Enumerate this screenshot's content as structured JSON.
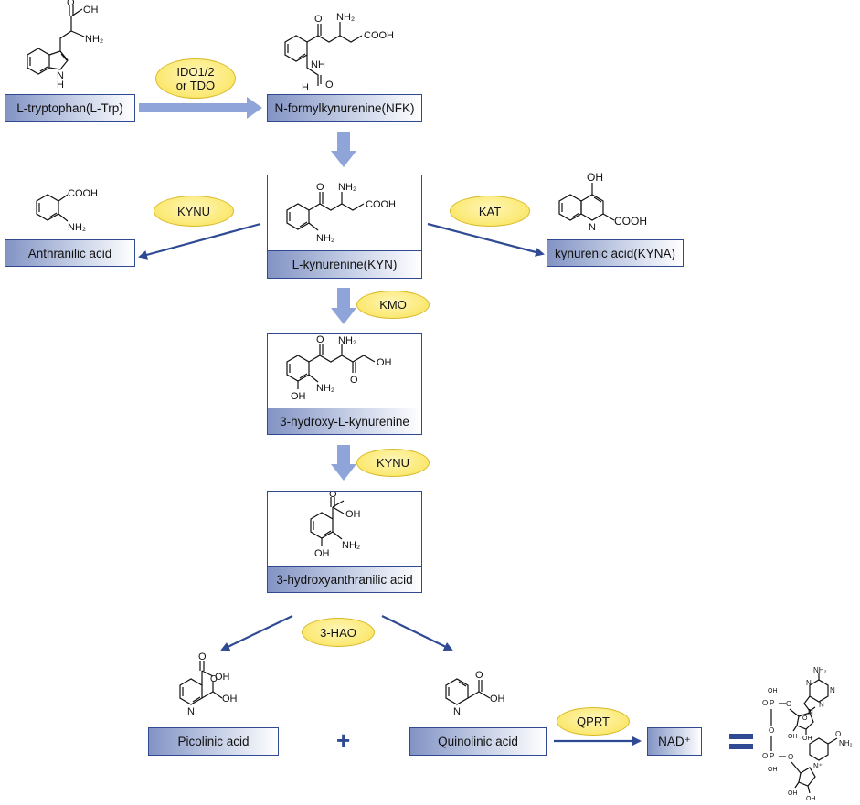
{
  "colors": {
    "box_border": "#2f4a93",
    "box_gradient_dark": "#8293c4",
    "enzyme_fill": "#fbe870",
    "thick_arrow": "#8fa5d9",
    "thin_arrow": "#2f4a93"
  },
  "compounds": {
    "trp": {
      "label": "L-tryptophan(L-Trp)"
    },
    "nfk": {
      "label": "N-formylkynurenine(NFK)"
    },
    "kyn": {
      "label": "L-kynurenine(KYN)"
    },
    "anthranilic": {
      "label": "Anthranilic acid"
    },
    "kyna": {
      "label": "kynurenic acid(KYNA)"
    },
    "hk": {
      "label": "3-hydroxy-L-kynurenine"
    },
    "haa": {
      "label": "3-hydroxyanthranilic acid"
    },
    "picolinic": {
      "label": "Picolinic acid"
    },
    "quinolinic": {
      "label": "Quinolinic acid"
    },
    "nad": {
      "label": "NAD⁺"
    }
  },
  "enzymes": {
    "ido": {
      "line1": "IDO1/2",
      "line2": "or TDO"
    },
    "kynu1": {
      "label": "KYNU"
    },
    "kat": {
      "label": "KAT"
    },
    "kmo": {
      "label": "KMO"
    },
    "kynu2": {
      "label": "KYNU"
    },
    "hao": {
      "label": "3-HAO"
    },
    "qprt": {
      "label": "QPRT"
    }
  },
  "plus_sign": "+",
  "structure_labels": {
    "trp": {
      "cooh": "OH",
      "o": "O",
      "nh2": "NH₂",
      "nh": "N",
      "h": "H"
    },
    "nfk": {
      "o": "O",
      "nh2": "NH₂",
      "cooh": "COOH",
      "nh": "NH",
      "o2": "O",
      "h": "H"
    },
    "kyn": {
      "o": "O",
      "nh2": "NH₂",
      "cooh": "COOH",
      "anh2": "NH₂"
    },
    "anthranilic": {
      "cooh": "COOH",
      "nh2": "NH₂"
    },
    "kyna": {
      "oh": "OH",
      "n": "N",
      "cooh": "COOH"
    },
    "hk": {
      "o": "O",
      "nh2": "NH₂",
      "o2": "O",
      "oh": "OH",
      "anh2": "NH₂",
      "aoh": "OH"
    },
    "haa": {
      "o": "O",
      "oh": "OH",
      "nh2": "NH₂",
      "aoh": "OH"
    },
    "picolinic": {
      "o1": "O",
      "oh1": "OH",
      "o2": "O",
      "oh2": "OH",
      "n": "N"
    },
    "quinolinic": {
      "o": "O",
      "oh": "OH",
      "n": "N"
    },
    "nad": {
      "nh2": "NH₂",
      "n1": "N",
      "n2": "N",
      "n3": "N",
      "n4": "N",
      "oh1": "OH",
      "o1": "O",
      "p1": "P",
      "o2": "O",
      "o3": "O",
      "o4": "O",
      "p2": "P",
      "oh2": "OH",
      "o5": "O",
      "o6": "O",
      "ro1": "OH",
      "ro2": "OH",
      "ro3": "OH",
      "ro4": "OH",
      "amide_o": "O",
      "amide_n": "NH₂",
      "npl": "N⁺"
    }
  }
}
